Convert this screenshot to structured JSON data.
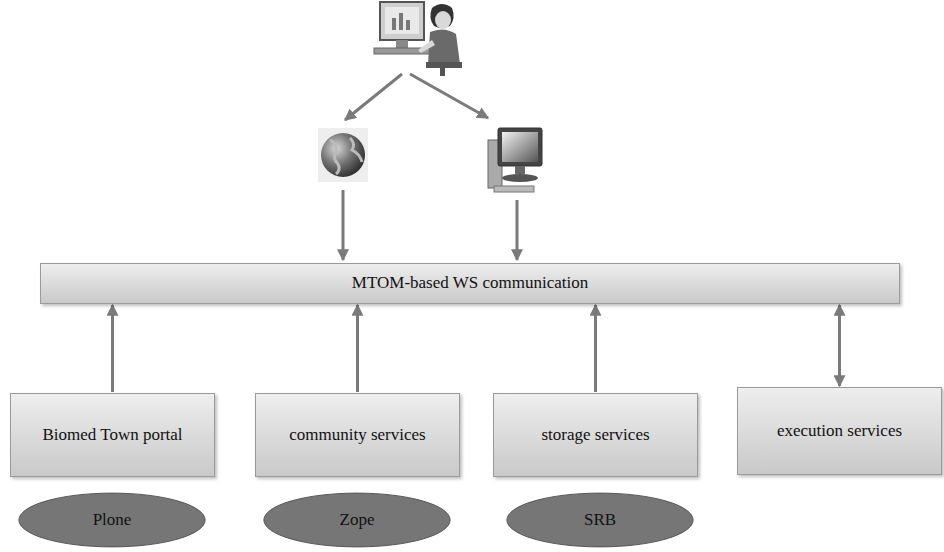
{
  "diagram": {
    "nodes": [
      {
        "text": [
          "MTOM-based WS communication"
        ]
      },
      {
        "text": [
          "Biomed Town portal"
        ]
      },
      {
        "text": [
          "community services"
        ]
      },
      {
        "text": [
          "storage services"
        ]
      },
      {
        "text": [
          "execution services"
        ]
      },
      {
        "text": [
          "Plone"
        ]
      },
      {
        "text": [
          "Zope"
        ]
      },
      {
        "text": [
          "SRB"
        ]
      }
    ],
    "edges": [
      {
        "from": 1,
        "to": 0,
        "arrow": "to"
      },
      {
        "from": 2,
        "to": 0,
        "arrow": "to"
      },
      {
        "from": 3,
        "to": 0,
        "arrow": "to"
      },
      {
        "from": 4,
        "to": 0,
        "arrow": "both"
      }
    ]
  }
}
